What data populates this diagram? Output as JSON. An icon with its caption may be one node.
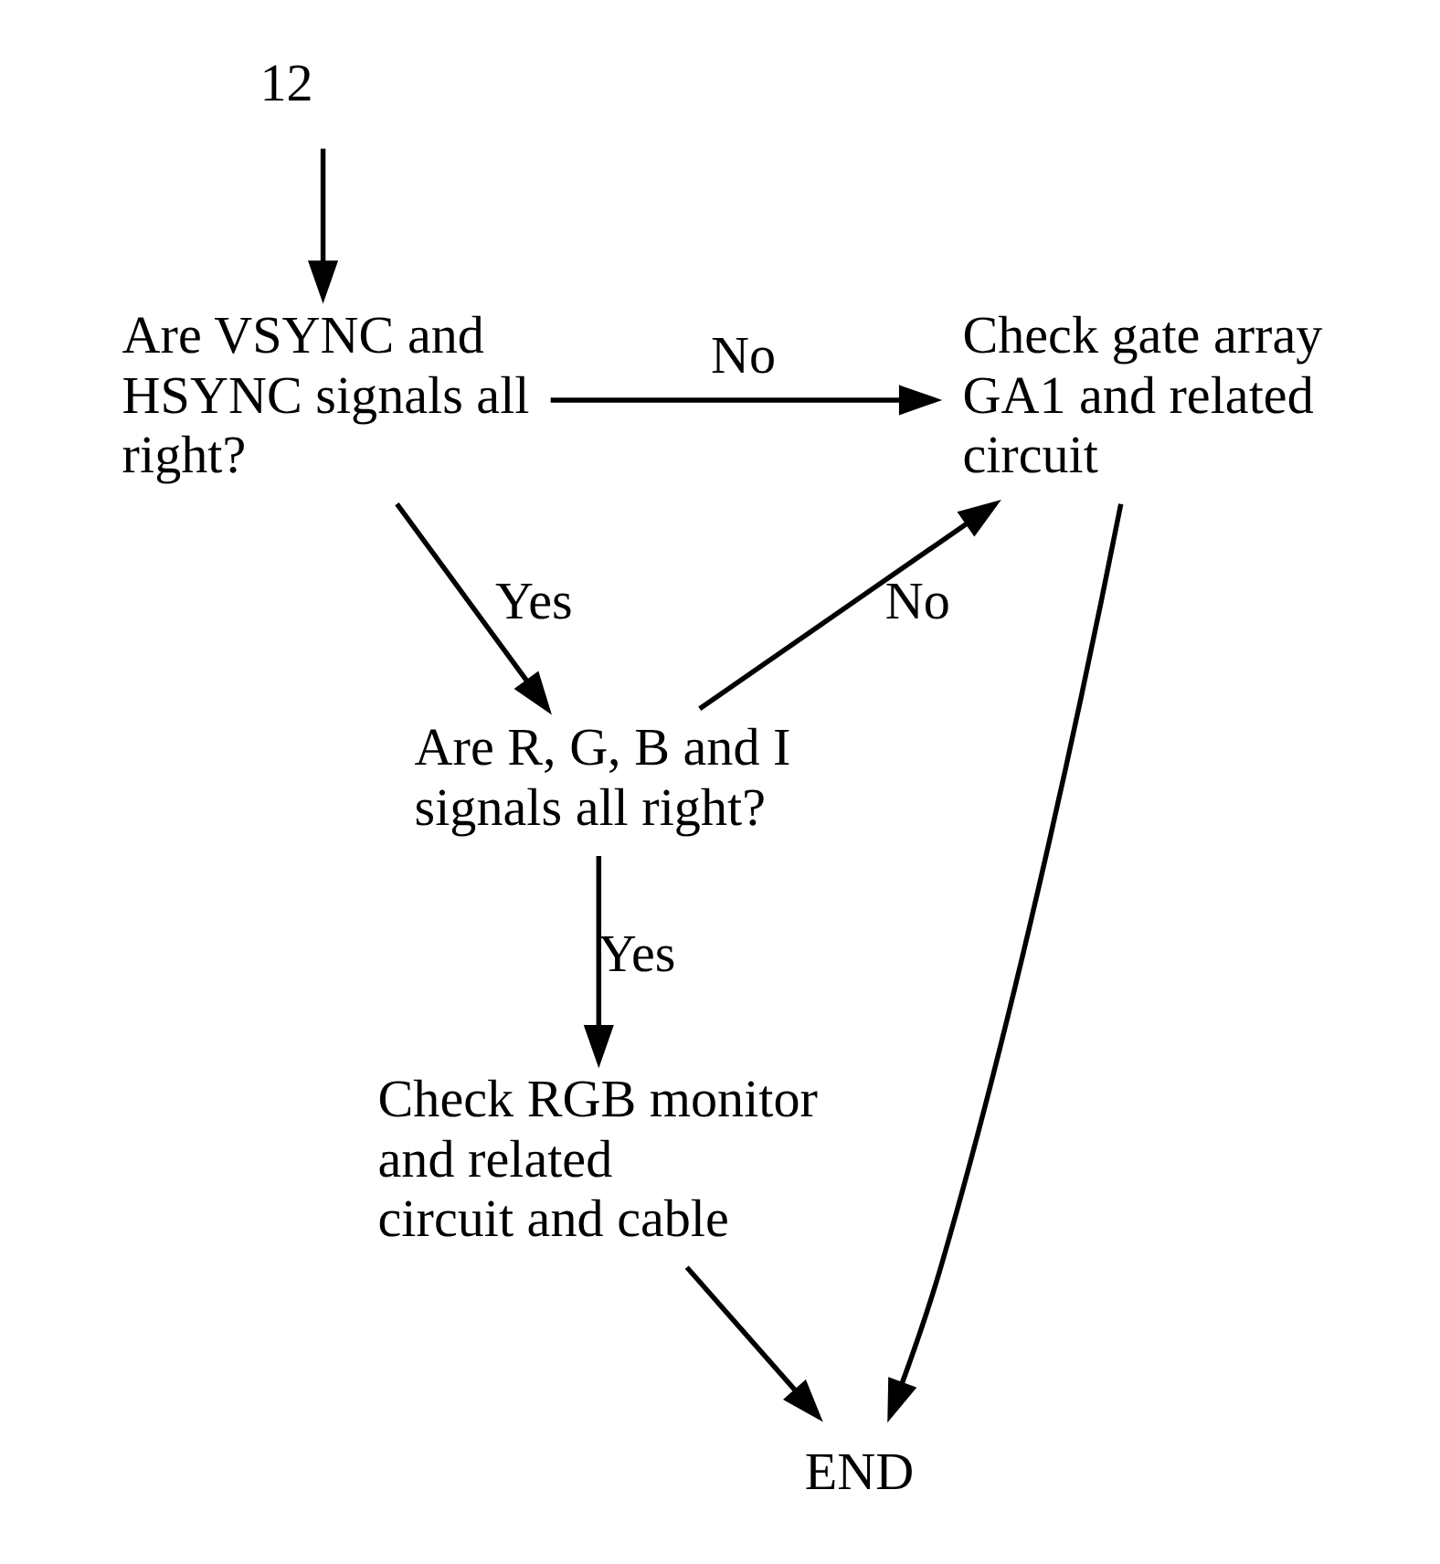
{
  "diagram": {
    "nodes": [
      {
        "text": [
          "12"
        ]
      },
      {
        "text": [
          "Are VSYNC and HSYNC signals all right?"
        ]
      },
      {
        "text": [
          "Check gate array GA1 and related circuit"
        ]
      },
      {
        "text": [
          "Are R, G, B and I signals all right?"
        ]
      },
      {
        "text": [
          "Check RGB monitor and related circuit and cable"
        ]
      },
      {
        "text": [
          "END"
        ]
      }
    ],
    "edges": [
      {
        "from": 0,
        "to": 1,
        "arrow": "to"
      },
      {
        "from": 1,
        "to": 2,
        "arrow": "to",
        "label": "No"
      },
      {
        "from": 1,
        "to": 3,
        "arrow": "to",
        "label": "Yes"
      },
      {
        "from": 3,
        "to": 2,
        "arrow": "to",
        "label": "No"
      },
      {
        "from": 3,
        "to": 4,
        "arrow": "to",
        "label": "Yes"
      },
      {
        "from": 4,
        "to": 5,
        "arrow": "to"
      },
      {
        "from": 2,
        "to": 5,
        "arrow": "to"
      }
    ]
  }
}
